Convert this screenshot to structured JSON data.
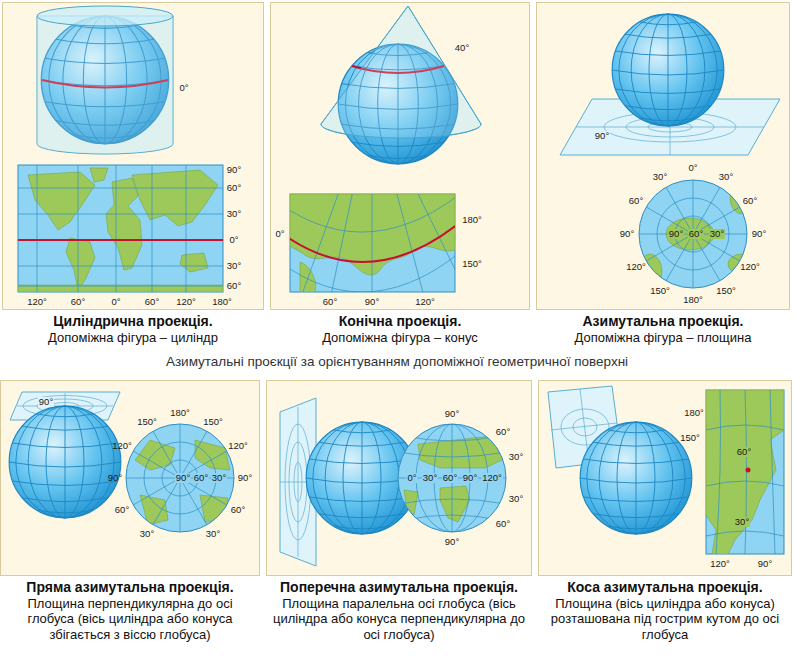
{
  "diagram": {
    "title": "Азимутальні проєкції за орієнтуванням допоміжної геометричної поверхні",
    "nodes": [
      {
        "text": [
          "Циліндрична проекція.",
          "Допоміжна фігура – циліндр"
        ]
      },
      {
        "text": [
          "Конічна проекція.",
          "Допоміжна фігура – конус"
        ]
      },
      {
        "text": [
          "Азимутальна проекція.",
          "Допоміжна фігура – площина"
        ]
      },
      {
        "text": [
          "Пряма азимутальна проекція.",
          "Площина перпендикулярна до осі глобуса (вісь циліндра або конуса збігається з віссю глобуса)"
        ]
      },
      {
        "text": [
          "Поперечна азимутальна проекція.",
          "Площина паралельна осі глобуса (вісь циліндра або конуса перпендикулярна до осі глобуса)"
        ]
      },
      {
        "text": [
          "Коса азимутальна проекція.",
          "Площина (вісь циліндра або конуса) розташована під гострим кутом до осі глобуса"
        ]
      }
    ],
    "labels": [
      "0°",
      "90°",
      "60°",
      "30°",
      "0°",
      "30°",
      "60°",
      "120°",
      "60°",
      "0°",
      "60°",
      "120°",
      "180°",
      "40°",
      "0°",
      "180°",
      "150°",
      "60°",
      "90°",
      "120°",
      "90°",
      "0°",
      "30°",
      "30°",
      "60°",
      "60°",
      "90°",
      "90°",
      "60°",
      "30°",
      "90°",
      "120°",
      "120°",
      "150°",
      "180°",
      "150°",
      "90°",
      "180°",
      "150°",
      "150°",
      "120°",
      "120°",
      "90°",
      "90°",
      "60°",
      "30°",
      "90°",
      "60°",
      "60°",
      "30°",
      "30°",
      "90°",
      "60°",
      "30°",
      "0°",
      "30°",
      "60°",
      "90°",
      "120°",
      "30°",
      "60°",
      "90°",
      "180°",
      "150°",
      "60°",
      "30°",
      "120°",
      "90°"
    ]
  }
}
